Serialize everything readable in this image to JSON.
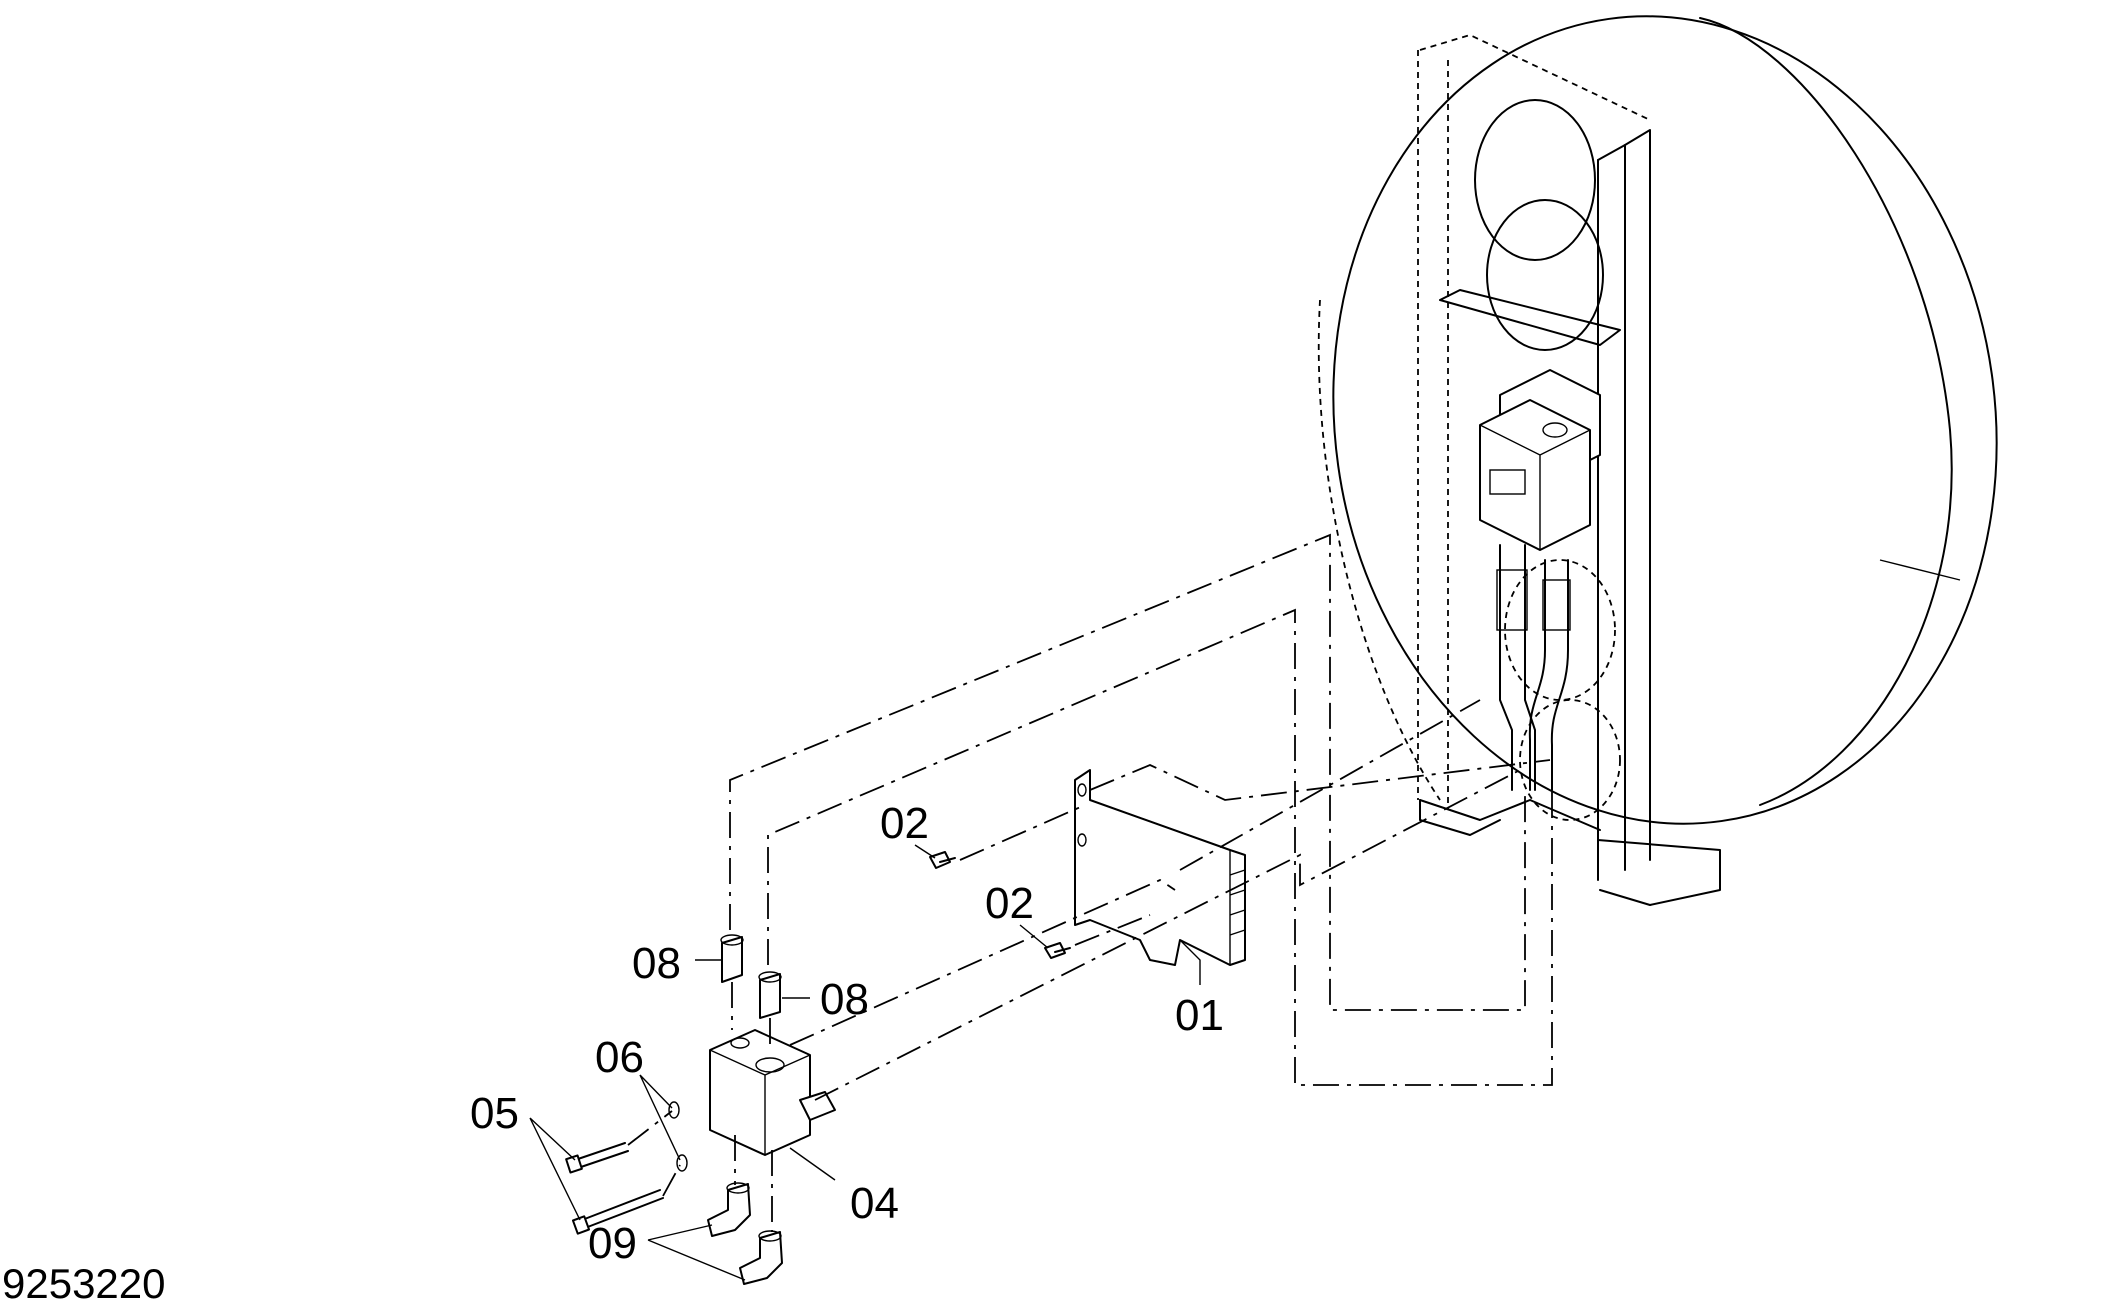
{
  "figure_number": "9253220",
  "callouts": {
    "c01": "01",
    "c02a": "02",
    "c02b": "02",
    "c04": "04",
    "c05": "05",
    "c06": "06",
    "c08a": "08",
    "c08b": "08",
    "c09": "09"
  }
}
